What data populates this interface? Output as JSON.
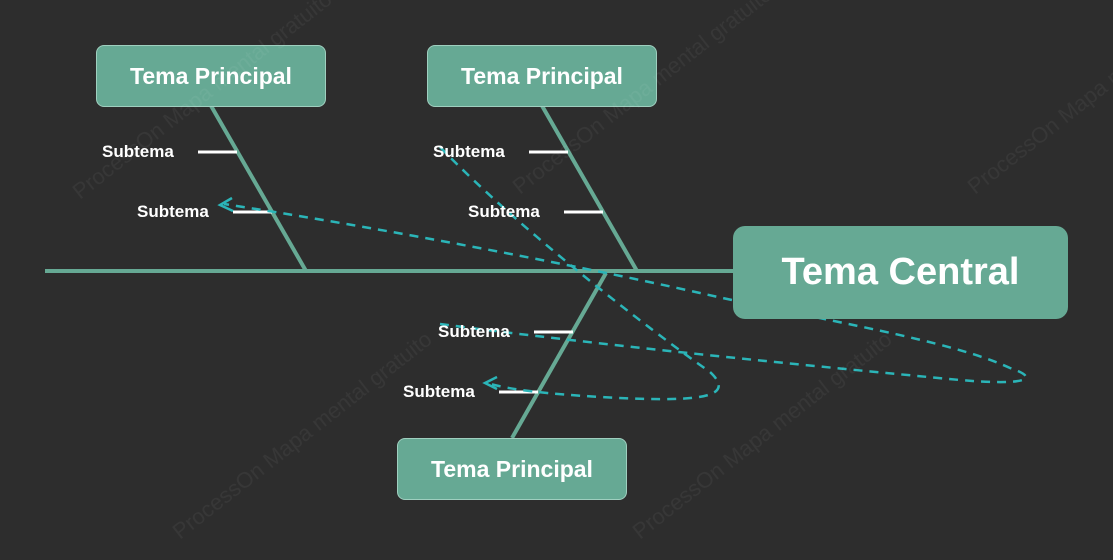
{
  "central": {
    "label": "Tema Central"
  },
  "branches": [
    {
      "label": "Tema Principal",
      "subtopics": [
        "Subtema",
        "Subtema"
      ]
    },
    {
      "label": "Tema Principal",
      "subtopics": [
        "Subtema",
        "Subtema"
      ]
    },
    {
      "label": "Tema Principal",
      "subtopics": [
        "Subtema",
        "Subtema"
      ]
    }
  ],
  "watermark": "ProcessOn Mapa mental gratuito",
  "colors": {
    "background": "#2d2d2d",
    "node_fill": "#66a994",
    "line": "#66a994",
    "relation_dashed": "#2bb5b8",
    "text": "#ffffff"
  }
}
